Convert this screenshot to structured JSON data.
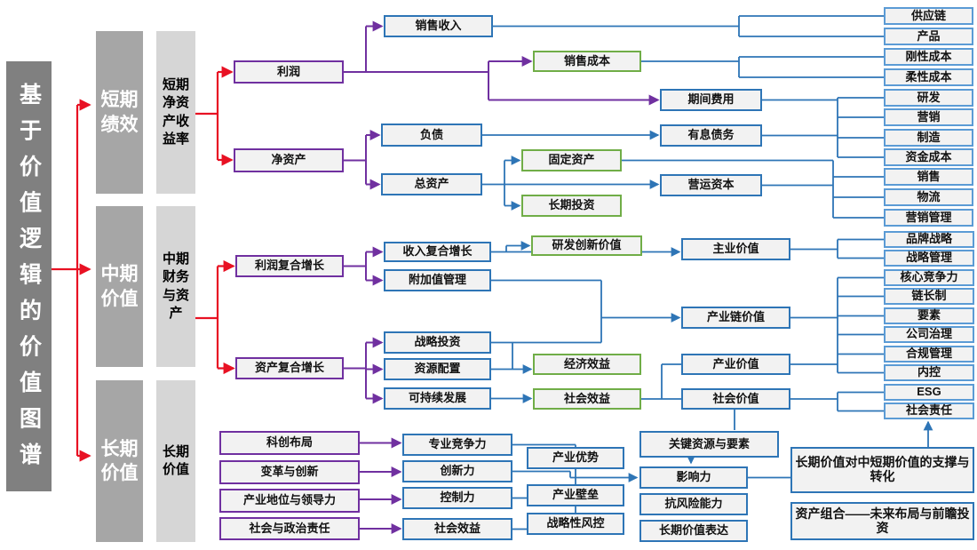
{
  "title": "基于价值逻辑的价值图谱",
  "groups": {
    "short": {
      "main": "短期绩效",
      "sub": "短期净资产收益率"
    },
    "mid": {
      "main": "中期价值",
      "sub": "中期财务与资产"
    },
    "long": {
      "main": "长期价值",
      "sub": "长期价值"
    }
  },
  "nodes": {
    "profit": "利润",
    "netAssets": "净资产",
    "salesRevenue": "销售收入",
    "salesCost": "销售成本",
    "periodExpense": "期间费用",
    "liabilities": "负债",
    "interestDebt": "有息债务",
    "totalAssets": "总资产",
    "fixedAssets": "固定资产",
    "workingCapital": "营运资本",
    "longInvestment": "长期投资",
    "profitCompound": "利润复合增长",
    "revenueCompound": "收入复合增长",
    "rdInnovation": "研发创新价值",
    "valueAdded": "附加值管理",
    "mainValue": "主业价值",
    "chainValue": "产业链价值",
    "assetCompound": "资产复合增长",
    "strategicInvestment": "战略投资",
    "resourceAllocation": "资源配置",
    "sustainable": "可持续发展",
    "economicBenefit": "经济效益",
    "socialBenefit": "社会效益",
    "industryValue": "产业价值",
    "socialValue": "社会价值",
    "sciLayout": "科创布局",
    "reformInnovation": "变革与创新",
    "industryLeadership": "产业地位与领导力",
    "socialPolitical": "社会与政治责任",
    "profCompetitiveness": "专业竞争力",
    "innovationPower": "创新力",
    "controlPower": "控制力",
    "socialBenefit2": "社会效益",
    "industryAdvantage": "产业优势",
    "industryBarrier": "产业壁垒",
    "strategicRisk": "战略性风控",
    "keyResources": "关键资源与要素",
    "influence": "影响力",
    "riskResistance": "抗风险能力",
    "longValueExpression": "长期价值表达",
    "supportTransform": "长期价值对中短期价值的支撑与转化",
    "assetPortfolio": "资产组合——未来布局与前瞻投资"
  },
  "colTop": [
    "供应链",
    "产品",
    "刚性成本",
    "柔性成本",
    "研发",
    "营销",
    "制造",
    "资金成本",
    "销售",
    "物流",
    "营销管理"
  ],
  "colMid": [
    "品牌战略",
    "战略管理",
    "核心竞争力",
    "链长制",
    "要素",
    "公司治理",
    "合规管理",
    "内控",
    "ESG",
    "社会责任"
  ],
  "colors": {
    "red": "#e81123",
    "purple": "#7030a0",
    "blue": "#2e75b6",
    "lightBlue": "#5b9bd5",
    "green": "#70ad47",
    "darkGray": "#808080",
    "midGray": "#a6a6a6",
    "lightGray": "#d6d6d6",
    "boxFill": "#f2f2f2"
  }
}
